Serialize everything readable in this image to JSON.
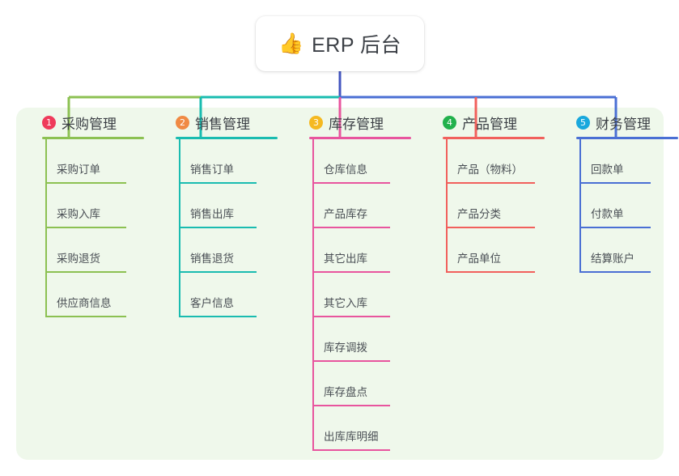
{
  "diagram": {
    "type": "mindmap",
    "background": "#ffffff",
    "panel_color": "#eff8eb",
    "root": {
      "icon": "thumbs-up-icon",
      "emoji": "👍",
      "label": "ERP 后台",
      "stem_color": "#4355c0"
    },
    "branches": [
      {
        "number": "1",
        "label": "采购管理",
        "badge_color": "#ef3b5b",
        "line_color": "#8cc152",
        "children": [
          "采购订单",
          "采购入库",
          "采购退货",
          "供应商信息"
        ]
      },
      {
        "number": "2",
        "label": "销售管理",
        "badge_color": "#f08a44",
        "line_color": "#1abcb0",
        "children": [
          "销售订单",
          "销售出库",
          "销售退货",
          "客户信息"
        ]
      },
      {
        "number": "3",
        "label": "库存管理",
        "badge_color": "#f5b921",
        "line_color": "#e8559e",
        "children": [
          "仓库信息",
          "产品库存",
          "其它出库",
          "其它入库",
          "库存调拨",
          "库存盘点",
          "出库库明细"
        ]
      },
      {
        "number": "4",
        "label": "产品管理",
        "badge_color": "#22b14c",
        "line_color": "#f1605c",
        "children": [
          "产品（物料）",
          "产品分类",
          "产品单位"
        ]
      },
      {
        "number": "5",
        "label": "财务管理",
        "badge_color": "#19a8dd",
        "line_color": "#4a6fd4",
        "children": [
          "回款单",
          "付款单",
          "结算账户"
        ]
      }
    ]
  }
}
